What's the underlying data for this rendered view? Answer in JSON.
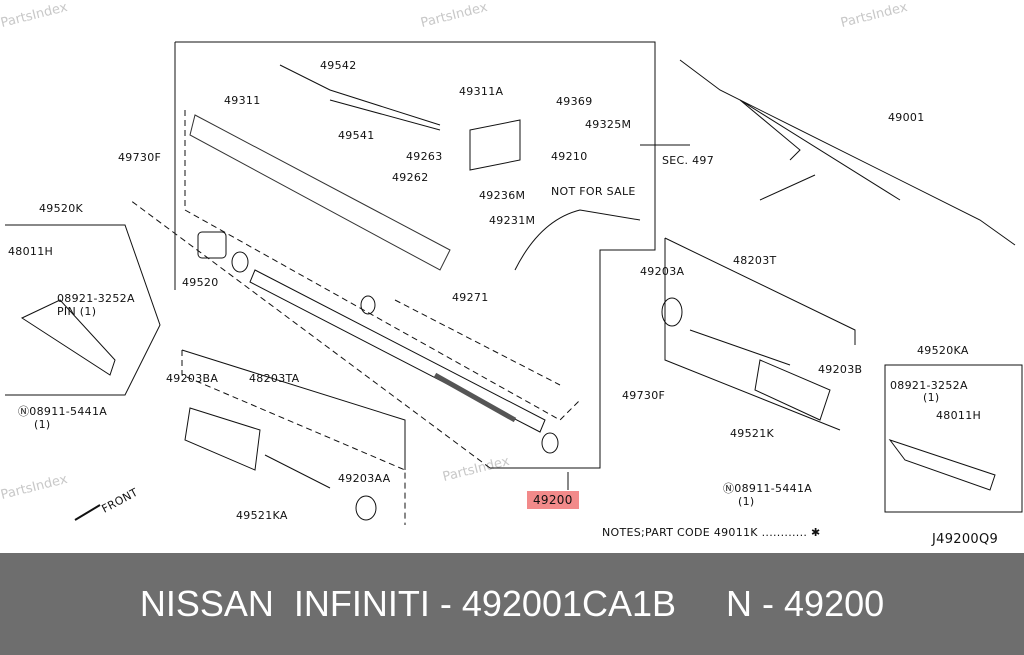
{
  "watermarks": [
    "PartsIndex",
    "PartsIndex",
    "PartsIndex",
    "PartsIndex",
    "PartsIndex"
  ],
  "labels": {
    "l49542": "49542",
    "l49311": "49311",
    "l49541": "49541",
    "l49311A": "49311A",
    "l49369": "49369",
    "l49325M": "49325M",
    "sec497": "SEC. 497",
    "l49263": "49263",
    "l49210": "49210",
    "l49262": "49262",
    "l49236M": "49236M",
    "nfs": "NOT FOR SALE",
    "l49231M": "49231M",
    "l49730F_a": "49730F",
    "l49520K": "49520K",
    "l48011H_a": "48011H",
    "l08921_a": "08921-3252A",
    "pin": "PIN (1)",
    "l49520": "49520",
    "l49271": "49271",
    "l49001": "49001",
    "l48203T": "48203T",
    "l49203A": "49203A",
    "l49203B": "49203B",
    "l49730F_b": "49730F",
    "l49521K": "49521K",
    "l49520KA": "49520KA",
    "l08921_b": "08921-3252A",
    "one_b": "(1)",
    "l48011H_b": "48011H",
    "l08911_a": "Ⓝ08911-5441A",
    "one_c": "(1)",
    "l08911_b": "Ⓝ08911-5441A",
    "one_d": "(1)",
    "l49203BA": "49203BA",
    "l48203TA": "48203TA",
    "l49203AA": "49203AA",
    "l49521KA": "49521KA",
    "front": "FRONT",
    "l49200": "49200",
    "notes": "NOTES;PART CODE 49011K ............ ✱",
    "code": "J49200Q9"
  },
  "footer": {
    "text": "NISSAN  INFINITI - 492001CA1B     N - 49200"
  },
  "colors": {
    "highlight": "#f28a8a",
    "footer_bg": "#6e6e6e"
  }
}
